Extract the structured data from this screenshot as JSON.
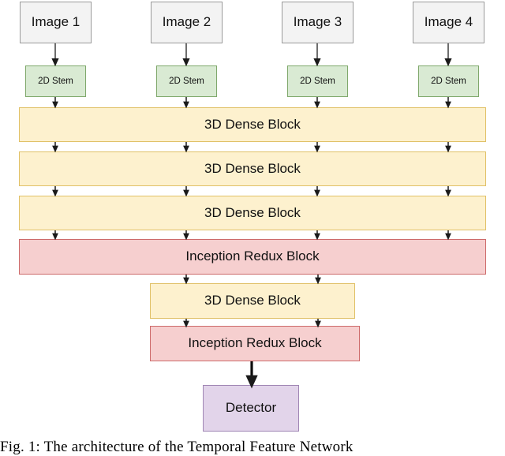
{
  "figure": {
    "caption": "Fig. 1: The architecture of the Temporal Feature Network",
    "colors": {
      "image_fill": "#f3f3f3",
      "image_border": "#9a9a9a",
      "stem_fill": "#d9ead3",
      "stem_border": "#7fa86b",
      "dense_fill": "#fdf1ce",
      "dense_border": "#e0c066",
      "redux_fill": "#f6cfcf",
      "redux_border": "#cd6a6a",
      "detector_fill": "#e2d4ea",
      "detector_border": "#a086b4",
      "arrow": "#1a1a1a",
      "background": "#ffffff"
    }
  },
  "inputs": [
    {
      "label": "Image  1"
    },
    {
      "label": "Image 2"
    },
    {
      "label": "Image 3"
    },
    {
      "label": "Image 4"
    }
  ],
  "stems": [
    {
      "label": "2D Stem"
    },
    {
      "label": "2D Stem"
    },
    {
      "label": "2D Stem"
    },
    {
      "label": "2D Stem"
    }
  ],
  "wide_blocks": [
    {
      "label": "3D Dense Block",
      "kind": "dense"
    },
    {
      "label": "3D Dense Block",
      "kind": "dense"
    },
    {
      "label": "3D Dense Block",
      "kind": "dense"
    },
    {
      "label": "Inception Redux Block",
      "kind": "redux"
    }
  ],
  "narrow_blocks": [
    {
      "label": "3D Dense Block",
      "kind": "dense"
    },
    {
      "label": "Inception Redux Block",
      "kind": "redux"
    }
  ],
  "output": {
    "label": "Detector"
  }
}
